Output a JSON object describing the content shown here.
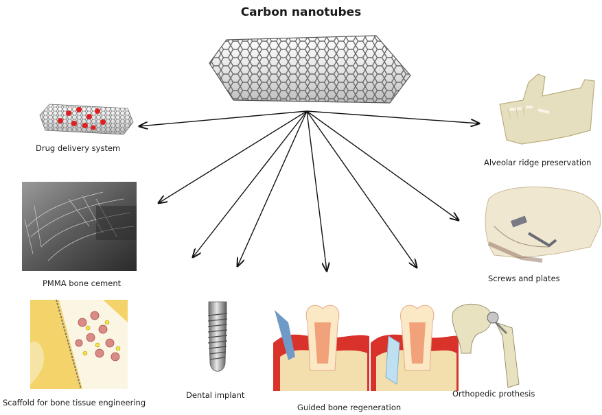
{
  "title": "Carbon nanotubes",
  "applications": [
    {
      "label": "Drug delivery system"
    },
    {
      "label": "Alveolar ridge preservation"
    },
    {
      "label": "PMMA bone cement"
    },
    {
      "label": "Screws and plates"
    },
    {
      "label": "Scaffold for bone tissue engineering"
    },
    {
      "label": "Dental implant"
    },
    {
      "label": "Guided bone regeneration"
    },
    {
      "label": "Orthopedic prothesis"
    }
  ],
  "colors": {
    "arrow": "#111111",
    "nanotube": "#7a7a7a",
    "drug": "#e02020",
    "bone": "#e8e2c4",
    "gum": "#d9322a",
    "scaffold": "#f2c94c"
  }
}
